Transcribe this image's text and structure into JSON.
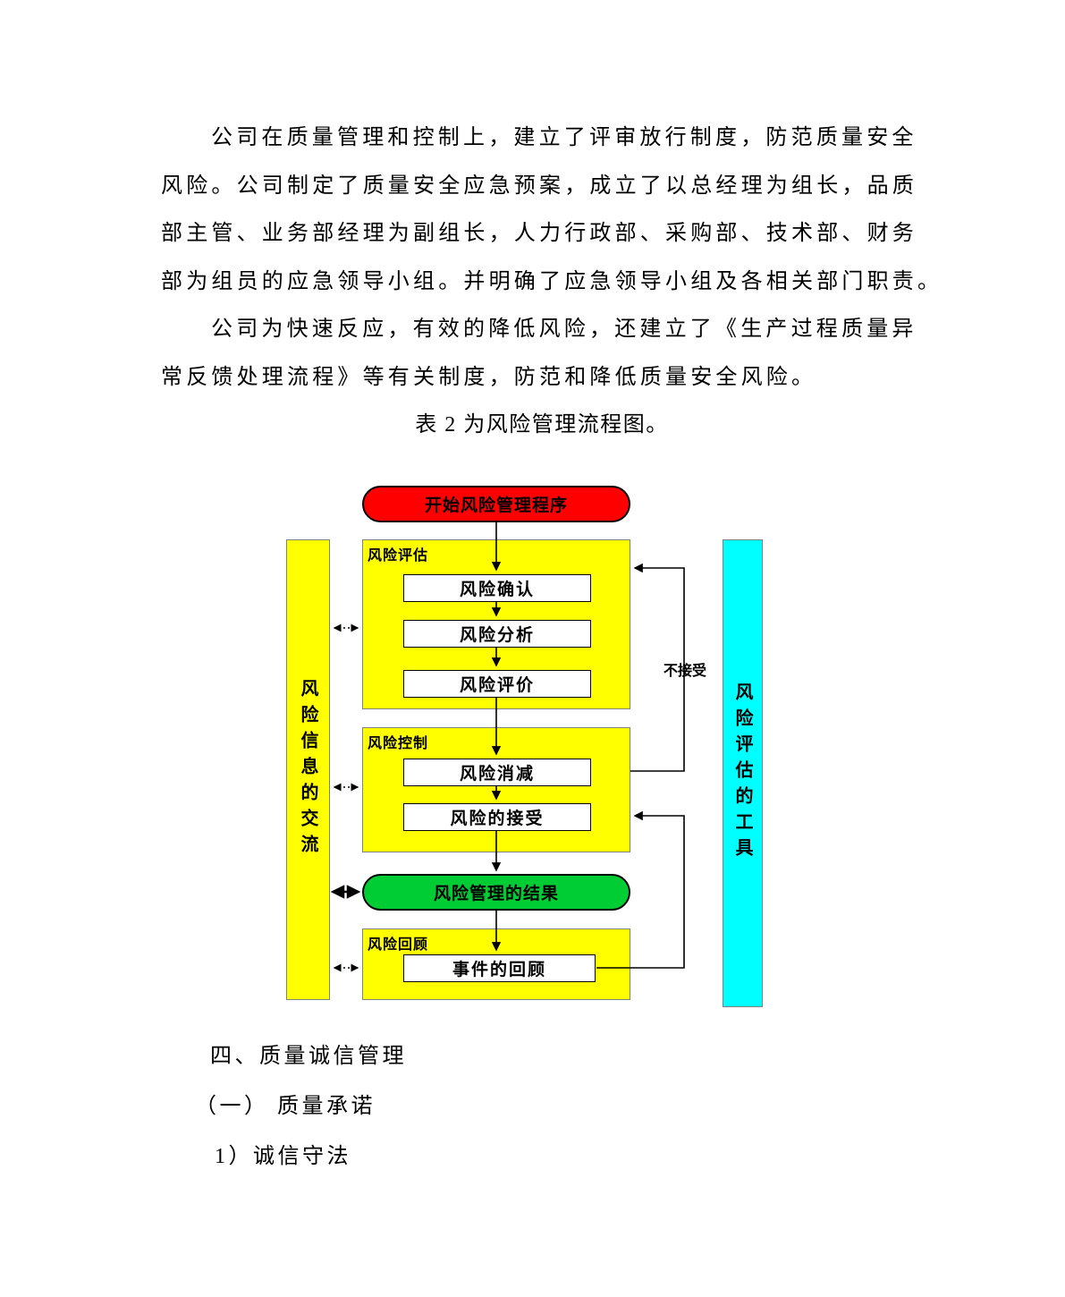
{
  "paragraphs": {
    "p1": {
      "lines": [
        "公司在质量管理和控制上，建立了评审放行制度，防范质量安全",
        "风险。公司制定了质量安全应急预案，成立了以总经理为组长，品质",
        "部主管、业务部经理为副组长，人力行政部、采购部、技术部、财务",
        "部为组员的应急领导小组。并明确了应急领导小组及各相关部门职责。"
      ]
    },
    "p2": {
      "lines": [
        "公司为快速反应，有效的降低风险，还建立了《生产过程质量异",
        "常反馈处理流程》等有关制度，防范和降低质量安全风险。"
      ]
    },
    "caption": "表 2  为风险管理流程图。"
  },
  "flowchart": {
    "start": "开始风险管理程序",
    "left_bar": "风险信息的交流",
    "right_bar": "风险评估的工具",
    "group1": {
      "label": "风险评估",
      "steps": [
        "风险确认",
        "风险分析",
        "风险评价"
      ]
    },
    "group2": {
      "label": "风险控制",
      "steps": [
        "风险消减",
        "风险的接受"
      ]
    },
    "result": "风险管理的结果",
    "group3": {
      "label": "风险回顾",
      "steps": [
        "事件的回顾"
      ]
    },
    "reject_label": "不接受",
    "colors": {
      "start_fill": "#ff0000",
      "group_fill": "#ffff00",
      "result_fill": "#00cc33",
      "left_bar_fill": "#ffff00",
      "right_bar_fill": "#00ffff",
      "stroke": "#000000"
    }
  },
  "footer": {
    "heading1": "四、质量诚信管理",
    "heading2": "（一）  质量承诺",
    "heading3": "1）诚信守法"
  }
}
